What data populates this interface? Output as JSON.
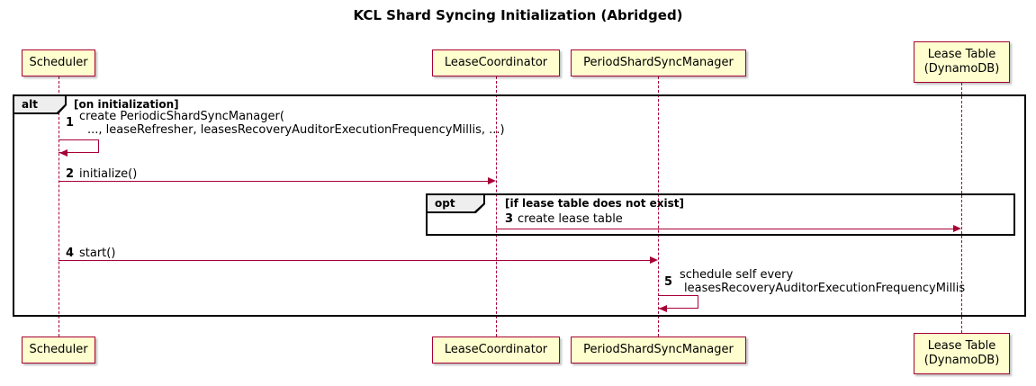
{
  "diagram": {
    "title": "KCL Shard Syncing Initialization (Abridged)"
  },
  "participants": {
    "scheduler": {
      "label": "Scheduler"
    },
    "lease_coordinator": {
      "label": "LeaseCoordinator"
    },
    "period_shard_sync_manager": {
      "label": "PeriodShardSyncManager"
    },
    "lease_table": {
      "label_line1": "Lease Table",
      "label_line2": "(DynamoDB)"
    }
  },
  "frames": {
    "alt": {
      "label": "alt",
      "condition": "[on initialization]"
    },
    "opt": {
      "label": "opt",
      "condition": "[if lease table does not exist]"
    }
  },
  "messages": {
    "m1": {
      "num": "1",
      "line1": "create PeriodicShardSyncManager(",
      "line2": "..., leaseRefresher, leasesRecoveryAuditorExecutionFrequencyMillis, ...)"
    },
    "m2": {
      "num": "2",
      "text": "initialize()"
    },
    "m3": {
      "num": "3",
      "text": "create lease table"
    },
    "m4": {
      "num": "4",
      "text": "start()"
    },
    "m5": {
      "num": "5",
      "line1": "schedule self every",
      "line2": "leasesRecoveryAuditorExecutionFrequencyMillis"
    }
  },
  "colors": {
    "participant_fill": "#FEFECE",
    "participant_border": "#A80036",
    "arrow": "#A80036",
    "lifeline": "#A80036",
    "frame_border": "#000000",
    "frame_tab_fill": "#EEEEEE"
  }
}
